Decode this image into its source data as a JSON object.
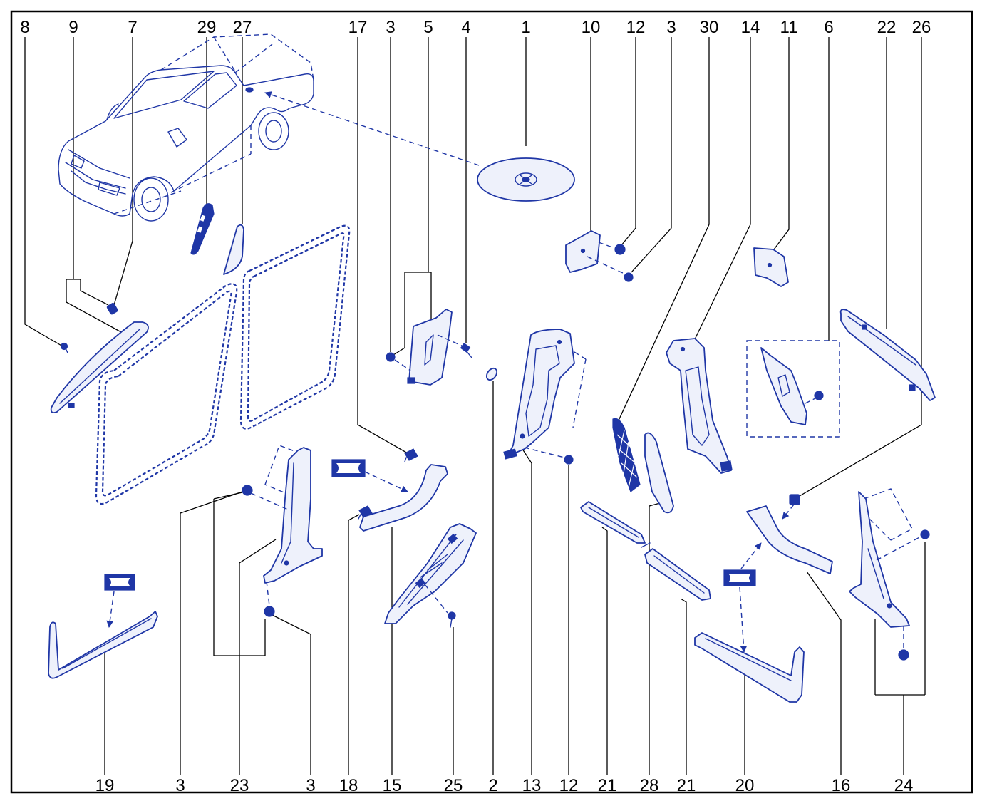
{
  "diagram": {
    "top_labels": [
      "8",
      "9",
      "7",
      "29",
      "27",
      "17",
      "3",
      "5",
      "4",
      "1",
      "10",
      "12",
      "3",
      "30",
      "14",
      "11",
      "6",
      "22",
      "26"
    ],
    "bottom_labels": [
      "19",
      "3",
      "23",
      "3",
      "18",
      "15",
      "25",
      "2",
      "13",
      "12",
      "21",
      "28",
      "21",
      "20",
      "16",
      "24"
    ]
  },
  "colors": {
    "part_stroke": "#1f36a6",
    "part_fill": "#eef1fb",
    "leader": "#000000"
  }
}
